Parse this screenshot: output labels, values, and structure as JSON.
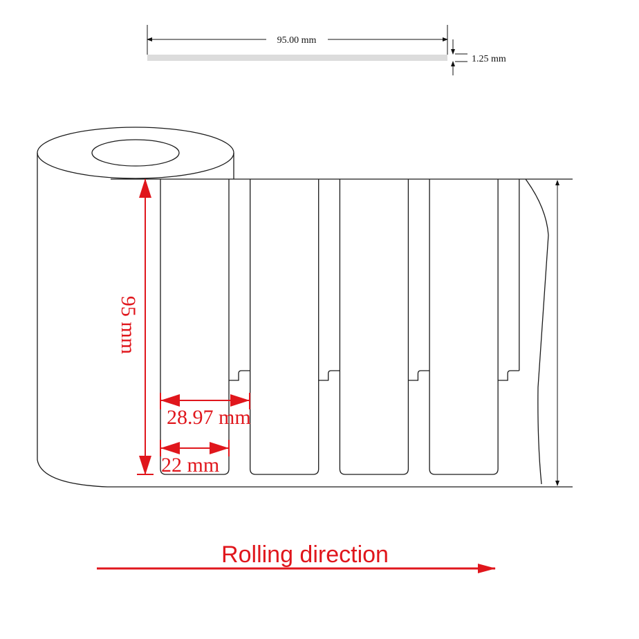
{
  "thickness_view": {
    "length_label": "95.00 mm",
    "thickness_label": "1.25 mm"
  },
  "roll": {
    "height_label": "95 mm",
    "pitch_label": "28.97 mm",
    "label_width_label": "22 mm",
    "label_count_visible": 4
  },
  "direction_label": "Rolling direction",
  "colors": {
    "accent": "#e0161c",
    "line": "#1a1a1a",
    "strip": "#dcdcdc"
  }
}
